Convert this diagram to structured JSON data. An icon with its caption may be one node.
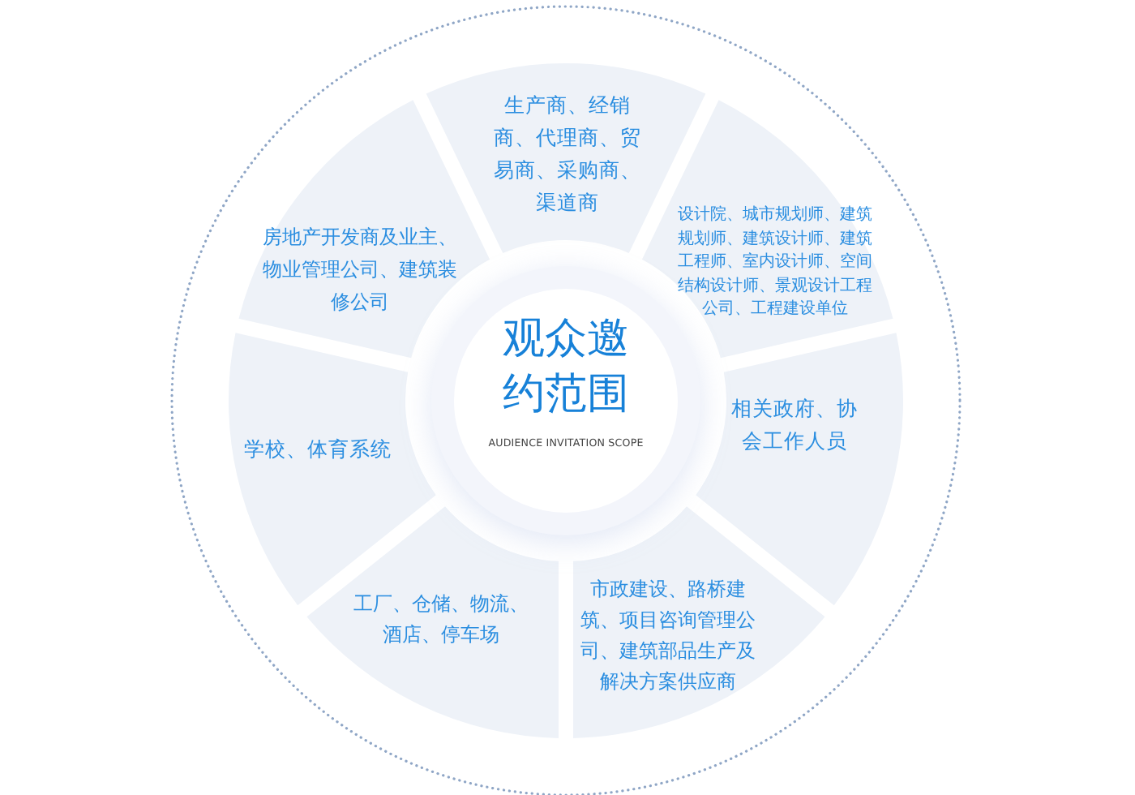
{
  "diagram": {
    "nodes": [
      {
        "text": [
          "观众邀约范围",
          "AUDIENCE INVITATION SCOPE"
        ]
      },
      {
        "text": [
          "生产商、经销商、代理商、贸易商、采购商、渠道商"
        ]
      },
      {
        "text": [
          "设计院、城市规划师、建筑规划师、建筑设计师、建筑工程师、室内设计师、空间结构设计师、景观设计工程公司、工程建设单位"
        ]
      },
      {
        "text": [
          "相关政府、协会工作人员"
        ]
      },
      {
        "text": [
          "市政建设、路桥建筑、项目咨询管理公司、建筑部品生产及解决方案供应商"
        ]
      },
      {
        "text": [
          "工厂、仓储、物流、酒店、停车场"
        ]
      },
      {
        "text": [
          "学校、体育系统"
        ]
      },
      {
        "text": [
          "房地产开发商及业主、物业管理公司、建筑装修公司"
        ]
      }
    ]
  }
}
